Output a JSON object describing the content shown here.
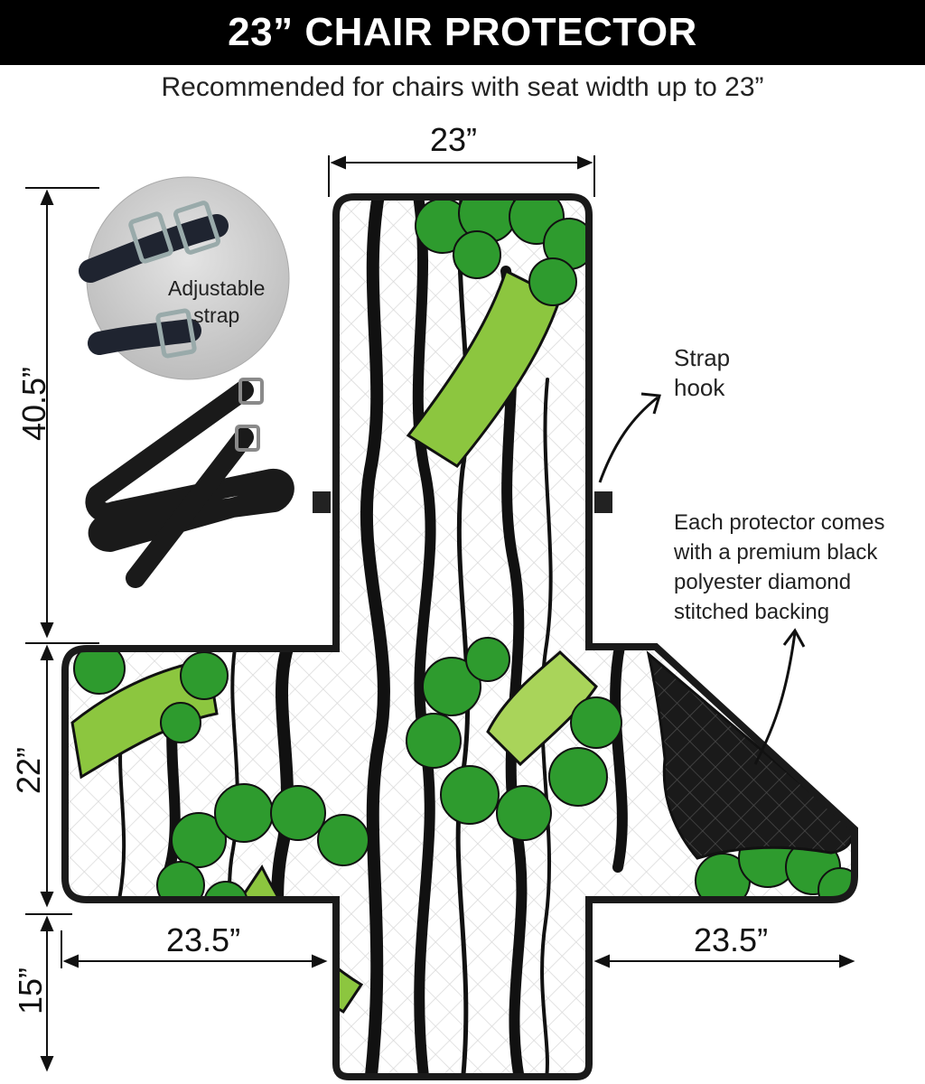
{
  "header": {
    "title": "23” CHAIR PROTECTOR",
    "subtitle": "Recommended for chairs with seat width up to 23”"
  },
  "dimensions": {
    "backrest_width": "23”",
    "backrest_height": "40.5”",
    "seat_depth": "22”",
    "flap_height": "15”",
    "left_flap_width": "23.5”",
    "right_flap_width": "23.5”"
  },
  "callouts": {
    "strap_label_line1": "Adjustable",
    "strap_label_line2": "strap",
    "strap_hook_line1": "Strap",
    "strap_hook_line2": "hook",
    "backing_line1": "Each protector comes",
    "backing_line2": "with a premium black",
    "backing_line3": "polyester diamond",
    "backing_line4": "stitched backing"
  },
  "colors": {
    "banner": "#000000",
    "broccoli_light": "#8cc63f",
    "broccoli_dark": "#2e9b2e",
    "stripe": "#111111",
    "backing": "#1a1a1a"
  }
}
